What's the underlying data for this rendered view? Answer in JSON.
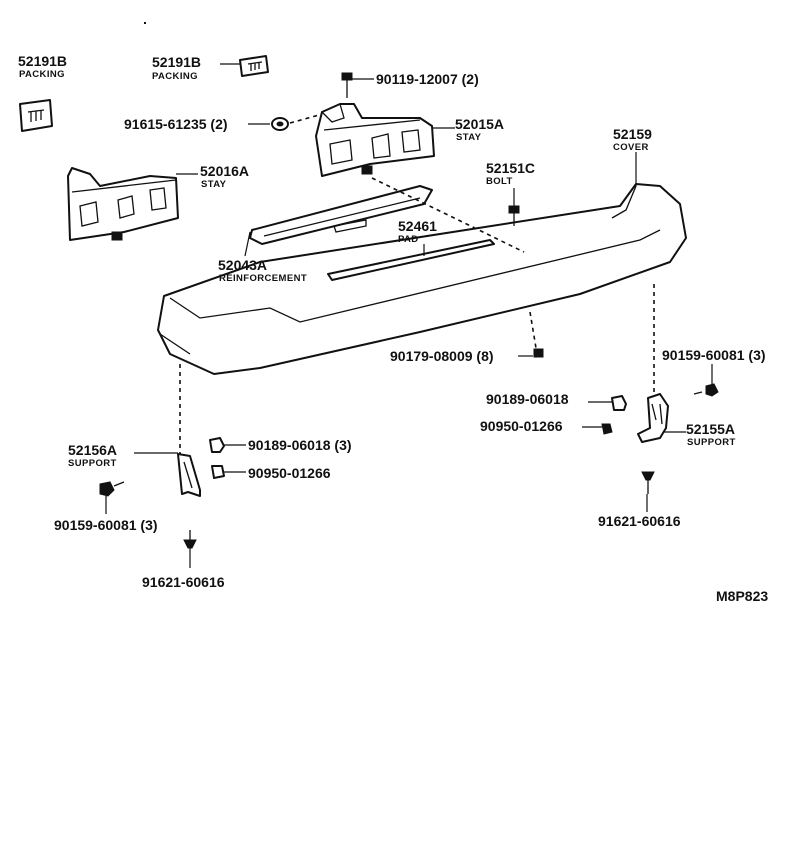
{
  "diagram_code": "M8P823",
  "parts": {
    "packing_left": {
      "number": "52191B",
      "name": "PACKING"
    },
    "packing_right": {
      "number": "52191B",
      "name": "PACKING"
    },
    "bolt_top": {
      "number": "90119-12007 (2)"
    },
    "nut_clip": {
      "number": "91615-61235 (2)"
    },
    "stay_right": {
      "number": "52015A",
      "name": "STAY"
    },
    "stay_left": {
      "number": "52016A",
      "name": "STAY"
    },
    "bolt_center": {
      "number": "52151C",
      "name": "BOLT"
    },
    "cover": {
      "number": "52159",
      "name": "COVER"
    },
    "pad": {
      "number": "52461",
      "name": "PAD"
    },
    "reinforcement": {
      "number": "52043A",
      "name": "REINFORCEMENT"
    },
    "nut_bottom": {
      "number": "90179-08009 (8)"
    },
    "screw_right": {
      "number": "90159-60081 (3)"
    },
    "nut_right": {
      "number": "90189-06018"
    },
    "clip_right": {
      "number": "90950-01266"
    },
    "support_right": {
      "number": "52155A",
      "name": "SUPPORT"
    },
    "support_left": {
      "number": "52156A",
      "name": "SUPPORT"
    },
    "nut_left": {
      "number": "90189-06018 (3)"
    },
    "clip_left": {
      "number": "90950-01266"
    },
    "screw_left": {
      "number": "90159-60081 (3)"
    },
    "rivet_left": {
      "number": "91621-60616"
    },
    "rivet_right": {
      "number": "91621-60616"
    }
  }
}
